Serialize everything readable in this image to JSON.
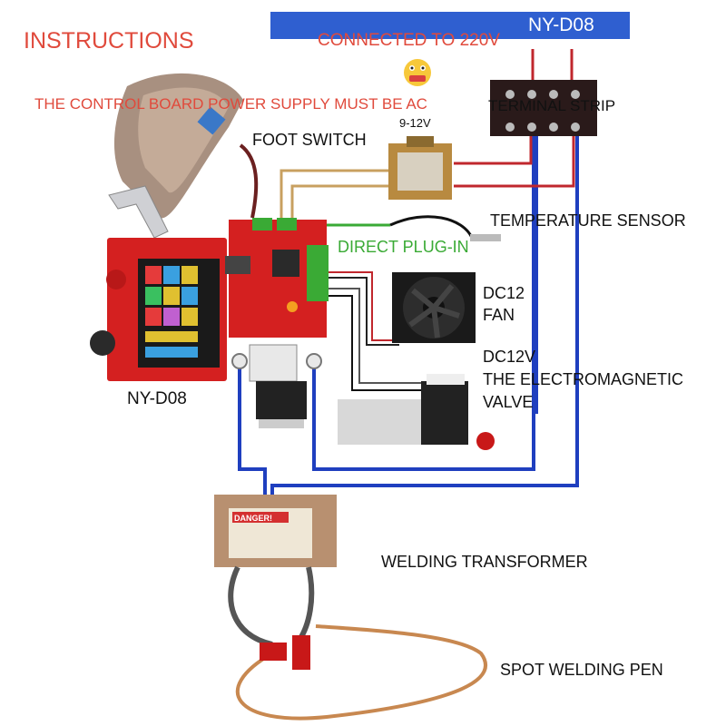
{
  "labels": {
    "instructions": "INSTRUCTIONS",
    "connected": "CONNECTED TO 220V",
    "model_banner": "NY-D08",
    "power_note": "THE CONTROL BOARD POWER SUPPLY MUST BE AC",
    "voltage": "9-12V",
    "terminal_strip": "TERMINAL STRIP",
    "foot_switch": "FOOT SWITCH",
    "temperature_sensor": "TEMPERATURE SENSOR",
    "direct_plug": "DIRECT PLUG-IN",
    "fan_line1": "DC12",
    "fan_line2": "FAN",
    "valve_line1": "DC12V",
    "valve_line2": "THE ELECTROMAGNETIC",
    "valve_line3": "VALVE",
    "device_model": "NY-D08",
    "welding_transformer": "WELDING TRANSFORMER",
    "spot_welding_pen": "SPOT WELDING PEN",
    "danger_label": "DANGER!"
  },
  "colors": {
    "title_red": "#e04a3c",
    "banner_blue": "#2f5fd0",
    "wire_blue": "#1f3fbf",
    "wire_red": "#c0272d",
    "wire_tan": "#c8a060",
    "wire_green": "#3aaa35",
    "board_red": "#d42020"
  }
}
